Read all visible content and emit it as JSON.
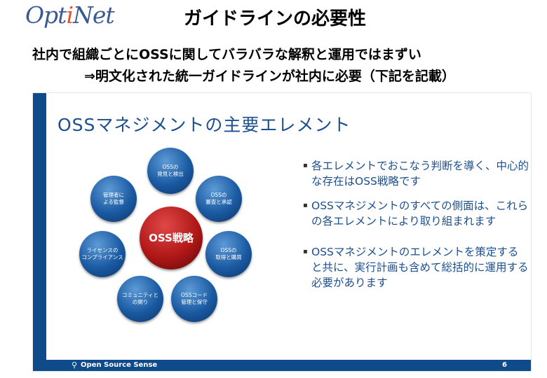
{
  "logo": {
    "text": "OptiNet",
    "pre": "Opt",
    "i": "i",
    "post": "Net"
  },
  "header": {
    "title": "ガイドラインの必要性",
    "line1": "社内で組織ごとにOSSに関してバラバラな解釈と運用ではまずい",
    "line2": "⇒明文化された統一ガイドラインが社内に必要（下記を記載）"
  },
  "slide": {
    "title": "OSSマネジメントの主要エレメント",
    "center": "OSS戦略",
    "circles": [
      [
        "OSSの",
        "発見と検出"
      ],
      [
        "OSSの",
        "審査と承認"
      ],
      [
        "OSSの",
        "取得と購買"
      ],
      [
        "OSSコード",
        "管理と保守"
      ],
      [
        "コミュニティと",
        "の関り"
      ],
      [
        "ライセンスの",
        "コンプライアンス"
      ],
      [
        "管理者に",
        "よる監督"
      ]
    ],
    "bullets": [
      "各エレメントでおこなう判断を導く、中心的な存在はOSS戦略です",
      "OSSマネジメントのすべての側面は、これらの各エレメントにより取り組まれます",
      "OSSマネジメントのエレメントを策定すると共に、実行計画も含めて総括的に運用する必要があります"
    ],
    "footer_brand": "Open Source Sense",
    "page": "6"
  }
}
